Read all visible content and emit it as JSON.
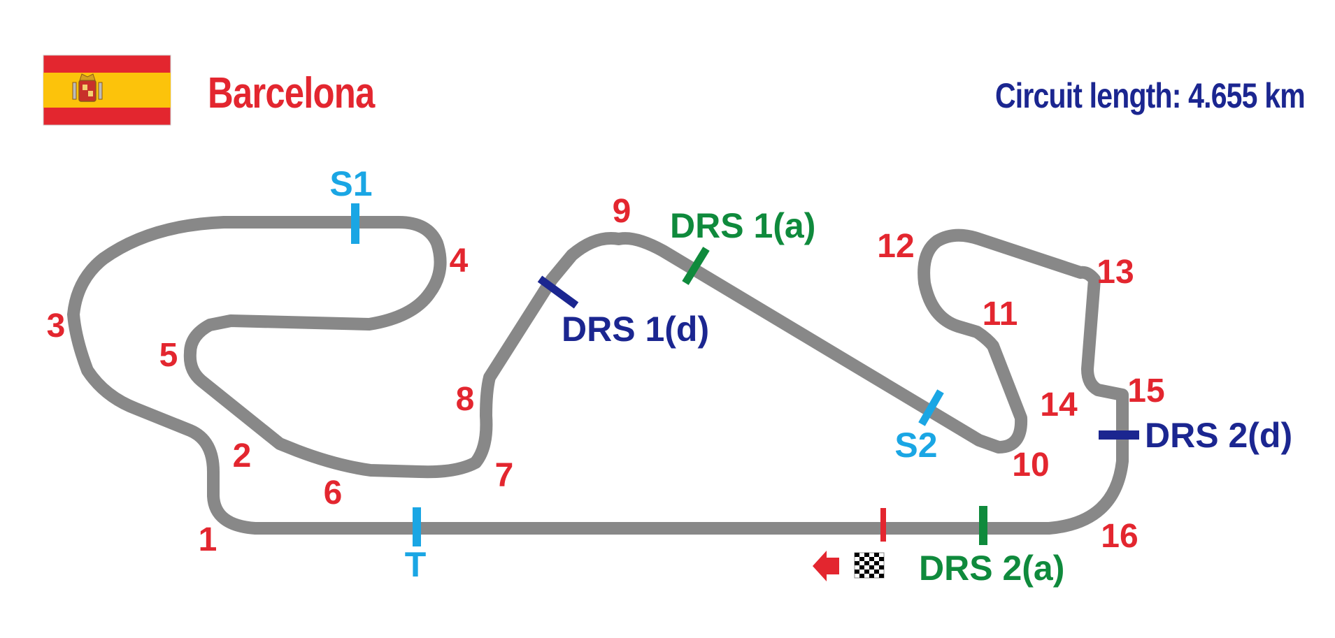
{
  "header": {
    "circuit_name": "Barcelona",
    "circuit_length_text": "Circuit length: 4.655 km",
    "flag": {
      "country": "Spain",
      "icon": "spain-flag-icon",
      "colors": [
        "#e3262f",
        "#fcc30b"
      ]
    }
  },
  "colors": {
    "track": "#888888",
    "corner": "#e3262f",
    "sector": "#1aa6e4",
    "drs_activation": "#0f8a3c",
    "drs_detection": "#1b2690",
    "finish": "#e3262f"
  },
  "corners": [
    "1",
    "2",
    "3",
    "4",
    "5",
    "6",
    "7",
    "8",
    "9",
    "10",
    "11",
    "12",
    "13",
    "14",
    "15",
    "16"
  ],
  "sectors": {
    "s1": "S1",
    "s2": "S2",
    "speed_trap": "T"
  },
  "drs": {
    "zone1_activation": "DRS 1(a)",
    "zone1_detection": "DRS 1(d)",
    "zone2_activation": "DRS 2(a)",
    "zone2_detection": "DRS 2(d)"
  },
  "start_finish": {
    "icon": "checkered-flag-icon",
    "direction_icon": "direction-arrow-icon"
  }
}
